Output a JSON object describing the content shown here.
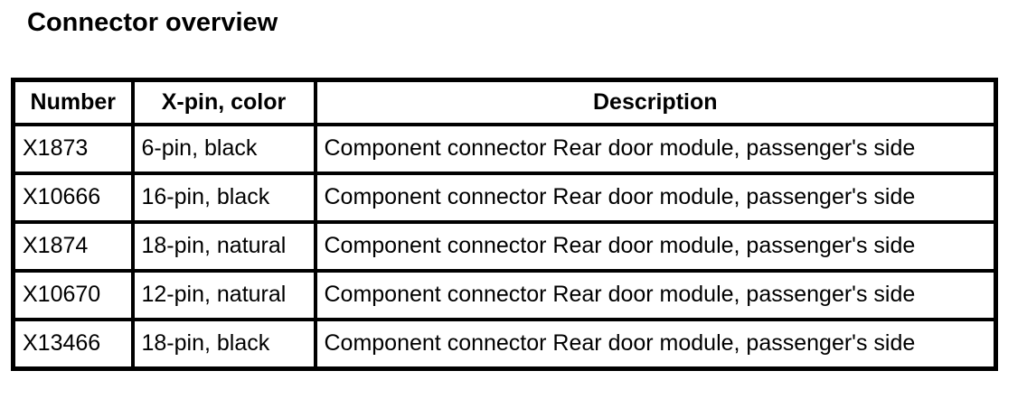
{
  "page": {
    "title": "Connector overview"
  },
  "colors": {
    "background": "#ffffff",
    "text": "#000000",
    "table_border": "#000000"
  },
  "table": {
    "headers": {
      "number": "Number",
      "pin_color": "X-pin, color",
      "description": "Description"
    },
    "rows": [
      {
        "number": "X1873",
        "pin_color": "6-pin, black",
        "description": "Component connector Rear door module, passenger's side"
      },
      {
        "number": "X10666",
        "pin_color": "16-pin, black",
        "description": "Component connector Rear door module, passenger's side"
      },
      {
        "number": "X1874",
        "pin_color": "18-pin, natural",
        "description": "Component connector Rear door module, passenger's side"
      },
      {
        "number": "X10670",
        "pin_color": "12-pin, natural",
        "description": "Component connector Rear door module, passenger's side"
      },
      {
        "number": "X13466",
        "pin_color": "18-pin, black",
        "description": "Component connector Rear door module, passenger's side"
      }
    ]
  }
}
